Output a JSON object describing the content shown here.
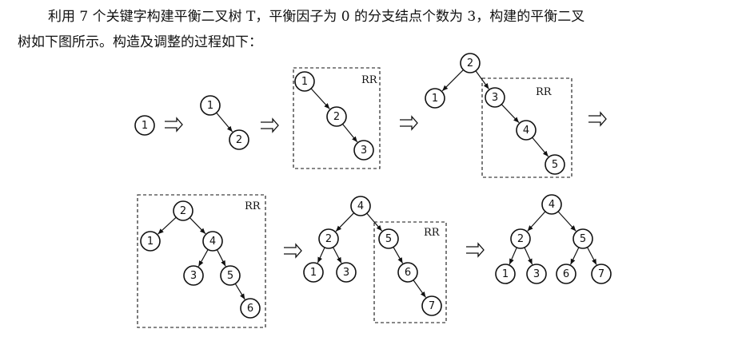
{
  "paragraph": {
    "line1": "利用 7 个关键字构建平衡二叉树 T，平衡因子为 0 的分支结点个数为 3，构建的平衡二叉",
    "line2": "树如下图所示。构造及调整的过程如下："
  },
  "rotation_label": "RR",
  "steps": [
    {
      "nodes": [
        "1"
      ],
      "edges": []
    },
    {
      "nodes": [
        "1",
        "2"
      ],
      "edges": [
        [
          "1",
          "2"
        ]
      ]
    },
    {
      "nodes": [
        "1",
        "2",
        "3"
      ],
      "edges": [
        [
          "1",
          "2"
        ],
        [
          "2",
          "3"
        ]
      ],
      "box_label": "RR"
    },
    {
      "nodes": [
        "2",
        "1",
        "3",
        "4",
        "5"
      ],
      "edges": [
        [
          "2",
          "1"
        ],
        [
          "2",
          "3"
        ],
        [
          "3",
          "4"
        ],
        [
          "4",
          "5"
        ]
      ],
      "box_label": "RR"
    },
    {
      "nodes": [
        "2",
        "1",
        "4",
        "3",
        "5",
        "6"
      ],
      "edges": [
        [
          "2",
          "1"
        ],
        [
          "2",
          "4"
        ],
        [
          "4",
          "3"
        ],
        [
          "4",
          "5"
        ],
        [
          "5",
          "6"
        ]
      ],
      "box_label": "RR"
    },
    {
      "nodes": [
        "4",
        "2",
        "5",
        "1",
        "3",
        "6",
        "7"
      ],
      "edges": [
        [
          "4",
          "2"
        ],
        [
          "4",
          "5"
        ],
        [
          "2",
          "1"
        ],
        [
          "2",
          "3"
        ],
        [
          "5",
          "6"
        ],
        [
          "6",
          "7"
        ]
      ],
      "box_label": "RR"
    },
    {
      "nodes": [
        "4",
        "2",
        "5",
        "1",
        "3",
        "6",
        "7"
      ],
      "edges": [
        [
          "4",
          "2"
        ],
        [
          "4",
          "5"
        ],
        [
          "2",
          "1"
        ],
        [
          "2",
          "3"
        ],
        [
          "5",
          "6"
        ],
        [
          "5",
          "7"
        ]
      ]
    }
  ]
}
